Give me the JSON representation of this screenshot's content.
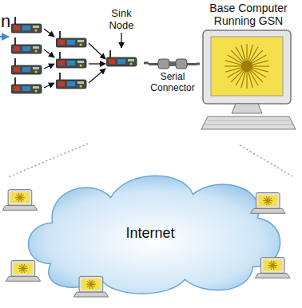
{
  "diagram": {
    "nodes": [
      {
        "text": [
          "Sink Node"
        ]
      },
      {
        "text": [
          "Serial Connector"
        ]
      },
      {
        "text": [
          "Base Computer Running GSN"
        ]
      },
      {
        "text": [
          "Internet"
        ]
      }
    ],
    "edges": [
      {
        "from": 0,
        "to": 1,
        "arrow": "none"
      },
      {
        "from": 1,
        "to": 2,
        "arrow": "none"
      }
    ],
    "labels": [
      "n"
    ]
  }
}
